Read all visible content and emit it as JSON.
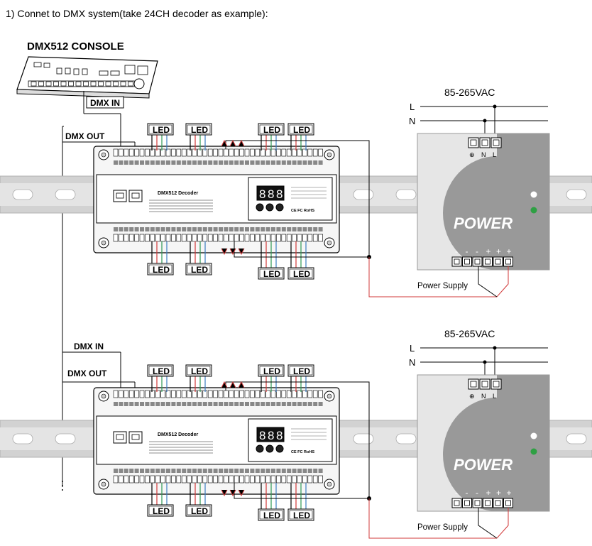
{
  "heading": "1) Connet to DMX system(take 24CH decoder as example):",
  "console": {
    "title": "DMX512 CONSOLE"
  },
  "labels": {
    "dmx_in": "DMX IN",
    "dmx_out": "DMX OUT",
    "led": "LED"
  },
  "decoder": {
    "name": "DMX512 Decoder",
    "display": [
      "8",
      "8",
      "8"
    ],
    "cert": "CE FC RoHS"
  },
  "power_supply": {
    "voltage": "85-265VAC",
    "line": "L",
    "neutral": "N",
    "terminal_ground": "⊕",
    "terminal_n": "N",
    "terminal_l": "L",
    "brand": "POWER",
    "caption": "Power Supply",
    "outputs": [
      "-",
      "-",
      "-",
      "+",
      "+",
      "+"
    ]
  },
  "colors": {
    "rail": "#d2d2d2",
    "psu_body": "#e6e6e6",
    "psu_dark": "#999999",
    "wire_red": "#d23a3a",
    "wire_green": "#2f9a55",
    "wire_blue": "#3d7fc2",
    "led_on": "#2ea043"
  }
}
